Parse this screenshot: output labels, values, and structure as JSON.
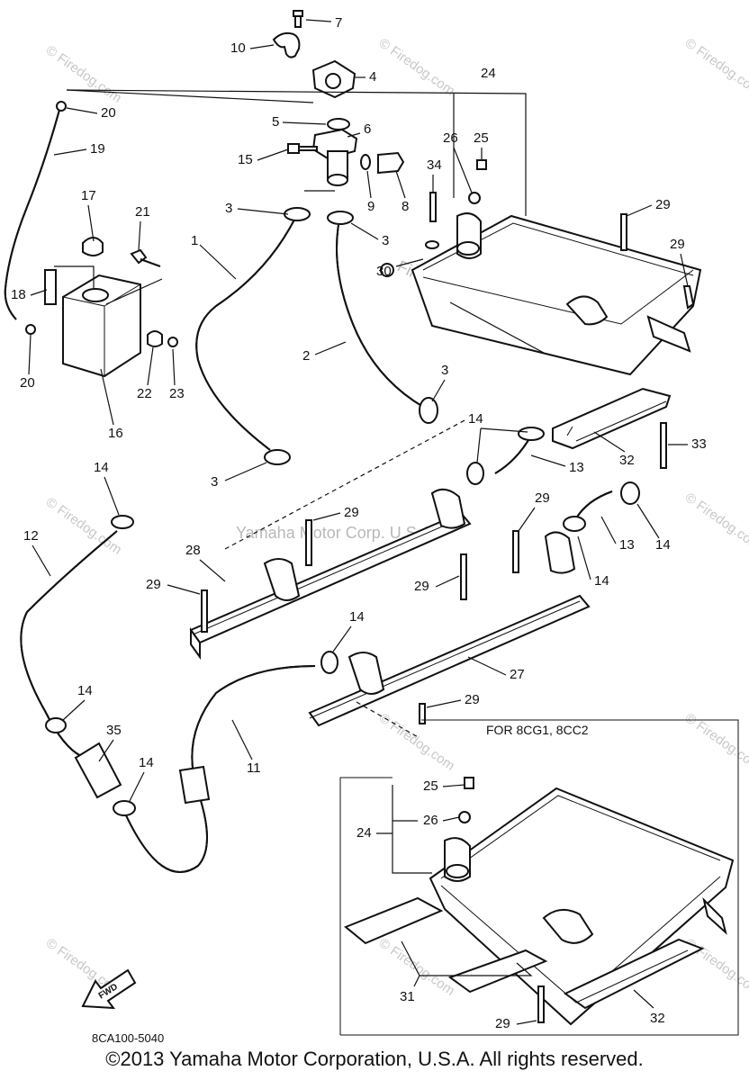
{
  "diagram": {
    "code": "8CA100-5040",
    "fwd_label": "FWD",
    "inset_title": "FOR 8CG1, 8CC2",
    "watermark_center": "Yamaha Motor Corp. U.S.A.",
    "watermark_site": "© Firedog.com",
    "watermark_site_main": "Firedog.com"
  },
  "labels": {
    "l7": "7",
    "l10": "10",
    "l4": "4",
    "l5": "5",
    "l6": "6",
    "l15": "15",
    "l20a": "20",
    "l19": "19",
    "l24a": "24",
    "l26a": "26",
    "l25a": "25",
    "l34": "34",
    "l9": "9",
    "l8": "8",
    "l3a": "3",
    "l3b": "3",
    "l17": "17",
    "l21": "21",
    "l1": "1",
    "l29a": "29",
    "l29b": "29",
    "l30": "30",
    "l18": "18",
    "l2": "2",
    "l20b": "20",
    "l22": "22",
    "l23": "23",
    "l16": "16",
    "l3c": "3",
    "l14a": "14",
    "l3d": "3",
    "l13a": "13",
    "l32a": "32",
    "l33": "33",
    "l14b": "14",
    "l29c": "29",
    "l12": "12",
    "l29d": "29",
    "l28": "28",
    "l29e": "29",
    "l13b": "13",
    "l14c": "14",
    "l14d": "14",
    "l29f": "29",
    "l14e": "14",
    "l27": "27",
    "l14f": "14",
    "l29g": "29",
    "l11": "11",
    "l35": "35",
    "l14g": "14",
    "l25b": "25",
    "l24b": "24",
    "l26b": "26",
    "l31": "31",
    "l29h": "29",
    "l32b": "32"
  },
  "footer": {
    "copyright": "©2013 Yamaha Motor Corporation, U.S.A. All rights reserved."
  }
}
